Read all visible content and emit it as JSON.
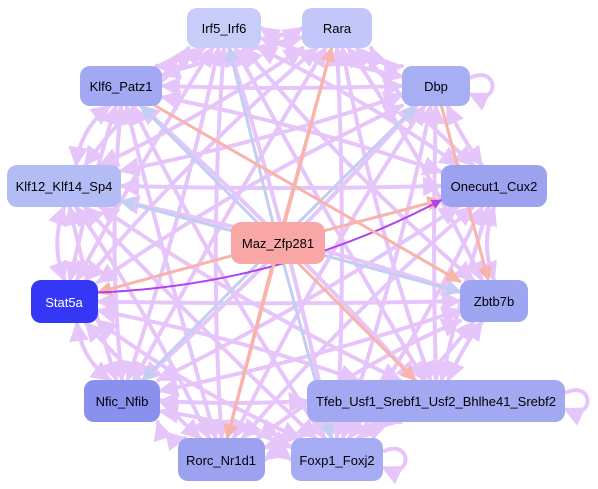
{
  "graph": {
    "nodes": [
      {
        "id": "irf5",
        "label": "Irf5_Irf6",
        "fill": "#c8ccf8",
        "text_color": "#000000"
      },
      {
        "id": "rara",
        "label": "Rara",
        "fill": "#c2c6f8",
        "text_color": "#000000"
      },
      {
        "id": "klf6",
        "label": "Klf6_Patz1",
        "fill": "#a2a8f2",
        "text_color": "#000000"
      },
      {
        "id": "dbp",
        "label": "Dbp",
        "fill": "#a8aef4",
        "text_color": "#000000"
      },
      {
        "id": "klf12",
        "label": "Klf12_Klf14_Sp4",
        "fill": "#b4bcf6",
        "text_color": "#000000"
      },
      {
        "id": "onecut",
        "label": "Onecut1_Cux2",
        "fill": "#9ca2f0",
        "text_color": "#000000"
      },
      {
        "id": "maz",
        "label": "Maz_Zfp281",
        "fill": "#f8a6a6",
        "text_color": "#000000"
      },
      {
        "id": "stat5a",
        "label": "Stat5a",
        "fill": "#3438f4",
        "text_color": "#ffffff"
      },
      {
        "id": "zbtb7b",
        "label": "Zbtb7b",
        "fill": "#9ea6f2",
        "text_color": "#000000"
      },
      {
        "id": "nfic",
        "label": "Nfic_Nfib",
        "fill": "#8a90ee",
        "text_color": "#000000"
      },
      {
        "id": "tfeb",
        "label": "Tfeb_Usf1_Srebf1_Usf2_Bhlhe41_Srebf2",
        "fill": "#a2a8f2",
        "text_color": "#000000"
      },
      {
        "id": "rorc",
        "label": "Rorc_Nr1d1",
        "fill": "#9ca2f0",
        "text_color": "#000000"
      },
      {
        "id": "foxp1",
        "label": "Foxp1_Foxj2",
        "fill": "#a6acf4",
        "text_color": "#000000"
      }
    ],
    "edge_colors": {
      "default": "#e6c6fa",
      "positive": "#f8b4aa",
      "negative": "#c2cef2",
      "strong": "#b040f0"
    },
    "self_loops": [
      "dbp",
      "tfeb",
      "foxp1"
    ],
    "highlighted_edges": [
      {
        "from": "maz",
        "to": "irf5",
        "color": "negative"
      },
      {
        "from": "maz",
        "to": "rara",
        "color": "positive"
      },
      {
        "from": "maz",
        "to": "dbp",
        "color": "negative"
      },
      {
        "from": "maz",
        "to": "klf6",
        "color": "negative"
      },
      {
        "from": "maz",
        "to": "klf12",
        "color": "negative"
      },
      {
        "from": "maz",
        "to": "onecut",
        "color": "positive"
      },
      {
        "from": "maz",
        "to": "zbtb7b",
        "color": "negative"
      },
      {
        "from": "maz",
        "to": "tfeb",
        "color": "positive"
      },
      {
        "from": "maz",
        "to": "foxp1",
        "color": "negative"
      },
      {
        "from": "maz",
        "to": "rorc",
        "color": "positive"
      },
      {
        "from": "maz",
        "to": "nfic",
        "color": "negative"
      },
      {
        "from": "maz",
        "to": "stat5a",
        "color": "positive"
      },
      {
        "from": "stat5a",
        "to": "onecut",
        "color": "strong"
      },
      {
        "from": "dbp",
        "to": "zbtb7b",
        "color": "positive"
      },
      {
        "from": "klf6",
        "to": "zbtb7b",
        "color": "positive"
      },
      {
        "from": "rara",
        "to": "rorc",
        "color": "positive"
      }
    ],
    "background_edges": [
      [
        "irf5",
        "rara"
      ],
      [
        "irf5",
        "klf6"
      ],
      [
        "irf5",
        "dbp"
      ],
      [
        "irf5",
        "klf12"
      ],
      [
        "irf5",
        "onecut"
      ],
      [
        "irf5",
        "stat5a"
      ],
      [
        "irf5",
        "zbtb7b"
      ],
      [
        "irf5",
        "nfic"
      ],
      [
        "irf5",
        "tfeb"
      ],
      [
        "irf5",
        "rorc"
      ],
      [
        "irf5",
        "foxp1"
      ],
      [
        "rara",
        "klf6"
      ],
      [
        "rara",
        "dbp"
      ],
      [
        "rara",
        "klf12"
      ],
      [
        "rara",
        "onecut"
      ],
      [
        "rara",
        "stat5a"
      ],
      [
        "rara",
        "zbtb7b"
      ],
      [
        "rara",
        "nfic"
      ],
      [
        "rara",
        "tfeb"
      ],
      [
        "rara",
        "foxp1"
      ],
      [
        "klf6",
        "dbp"
      ],
      [
        "klf6",
        "klf12"
      ],
      [
        "klf6",
        "onecut"
      ],
      [
        "klf6",
        "stat5a"
      ],
      [
        "klf6",
        "nfic"
      ],
      [
        "klf6",
        "tfeb"
      ],
      [
        "klf6",
        "rorc"
      ],
      [
        "klf6",
        "foxp1"
      ],
      [
        "dbp",
        "klf12"
      ],
      [
        "dbp",
        "onecut"
      ],
      [
        "dbp",
        "stat5a"
      ],
      [
        "dbp",
        "nfic"
      ],
      [
        "dbp",
        "tfeb"
      ],
      [
        "dbp",
        "rorc"
      ],
      [
        "dbp",
        "foxp1"
      ],
      [
        "klf12",
        "onecut"
      ],
      [
        "klf12",
        "stat5a"
      ],
      [
        "klf12",
        "zbtb7b"
      ],
      [
        "klf12",
        "nfic"
      ],
      [
        "klf12",
        "tfeb"
      ],
      [
        "klf12",
        "rorc"
      ],
      [
        "klf12",
        "foxp1"
      ],
      [
        "onecut",
        "zbtb7b"
      ],
      [
        "onecut",
        "nfic"
      ],
      [
        "onecut",
        "tfeb"
      ],
      [
        "onecut",
        "rorc"
      ],
      [
        "onecut",
        "foxp1"
      ],
      [
        "stat5a",
        "zbtb7b"
      ],
      [
        "stat5a",
        "nfic"
      ],
      [
        "stat5a",
        "tfeb"
      ],
      [
        "stat5a",
        "rorc"
      ],
      [
        "stat5a",
        "foxp1"
      ],
      [
        "zbtb7b",
        "nfic"
      ],
      [
        "zbtb7b",
        "tfeb"
      ],
      [
        "zbtb7b",
        "rorc"
      ],
      [
        "zbtb7b",
        "foxp1"
      ],
      [
        "nfic",
        "tfeb"
      ],
      [
        "nfic",
        "rorc"
      ],
      [
        "nfic",
        "foxp1"
      ],
      [
        "tfeb",
        "rorc"
      ],
      [
        "tfeb",
        "foxp1"
      ],
      [
        "rorc",
        "foxp1"
      ]
    ]
  }
}
